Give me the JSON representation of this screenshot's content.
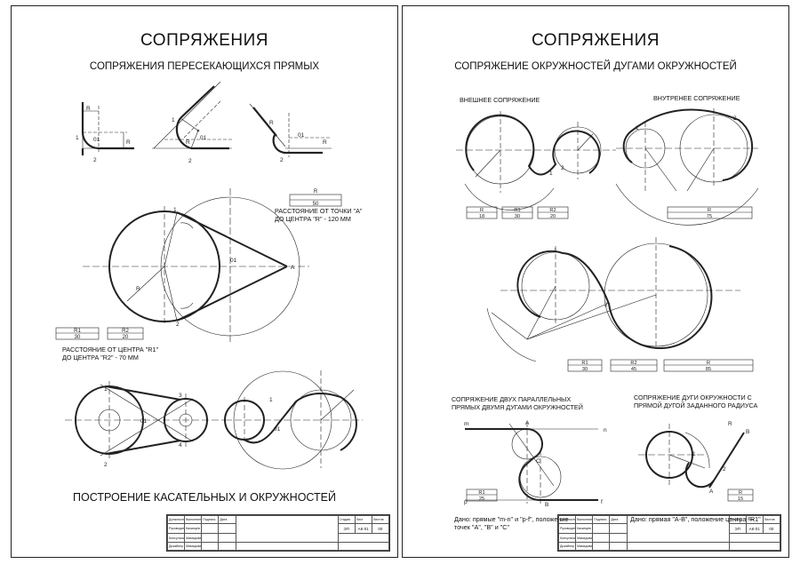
{
  "left": {
    "title": "СОПРЯЖЕНИЯ",
    "subtitle": "СОПРЯЖЕНИЯ ПЕРЕСЕКАЮЩИХСЯ ПРЯМЫХ",
    "note_a": [
      "РАССТОЯНИЕ ОТ ТОЧКИ \"А\"",
      "ДО ЦЕНТРА \"R\" - 120 ММ"
    ],
    "note_r": [
      "РАССТОЯНИЕ ОТ ЦЕНТРА \"R1\"",
      "ДО ЦЕНТРА \"R2\" - 70 ММ"
    ],
    "bottom_title": "ПОСТРОЕНИЕ КАСАТЕЛЬНЫХ И ОКРУЖНОСТЕЙ",
    "table_r": {
      "h": "R",
      "v": "50"
    },
    "table_r12": {
      "h1": "R1",
      "v1": "30",
      "h2": "R2",
      "v2": "20"
    }
  },
  "right": {
    "title": "СОПРЯЖЕНИЯ",
    "subtitle": "СОПРЯЖЕНИЕ ОКРУЖНОСТЕЙ ДУГАМИ ОКРУЖНОСТЕЙ",
    "outer_label": "ВНЕШНЕЕ СОПРЯЖЕНИЕ",
    "inner_label": "ВНУТРЕНЕЕ СОПРЯЖЕНИЕ",
    "parallel_label": [
      "СОПРЯЖЕНИЕ ДВУХ ПАРАЛЛЕЛЬНЫХ",
      "ПРЯМЫХ ДВУМЯ ДУГАМИ ОКРУЖНОСТЕЙ"
    ],
    "arc_line_label": [
      "СОПРЯЖЕНИЕ  ДУГИ ОКРУЖНОСТИ С",
      "ПРЯМОЙ ДУГОЙ ЗАДАННОГО РАДИУСА"
    ],
    "given_1": [
      "Дано: прямые \"m-n\" и \"p-f\", положение",
      "точек \"А\", \"В\" и \"С\""
    ],
    "given_2": "Дано: прямая \"А-В\", положение центра \"R1\"",
    "table_outer": {
      "h1": "R",
      "v1": "18",
      "h2": "R1",
      "v2": "30",
      "h3": "R2",
      "v3": "20"
    },
    "table_inner": {
      "h": "R",
      "v": "75"
    },
    "table_mid": {
      "h1": "R1",
      "v1": "30",
      "h2": "R2",
      "v2": "45",
      "h3": "R",
      "v3": "85"
    },
    "table_small1": {
      "h": "R1",
      "v": "25"
    },
    "table_small2": {
      "h": "R",
      "v": "15"
    }
  },
  "stamp": {
    "role1": "Должность",
    "role2": "Руководитель",
    "role3": "Консультант",
    "role4": "Дизайнер",
    "name_head": "Выполнил",
    "sign_head": "Подпись",
    "date_head": "Дата",
    "name1": "Казанцев Н.О.",
    "name2": "Мамедова Р.А.",
    "name3": "Мамедова Р.А.",
    "stage_head": "Стадия",
    "sheet_head": "Лист",
    "sheets_head": "Листов",
    "stage": "ЭП",
    "code": "АК-01",
    "num": "00"
  }
}
